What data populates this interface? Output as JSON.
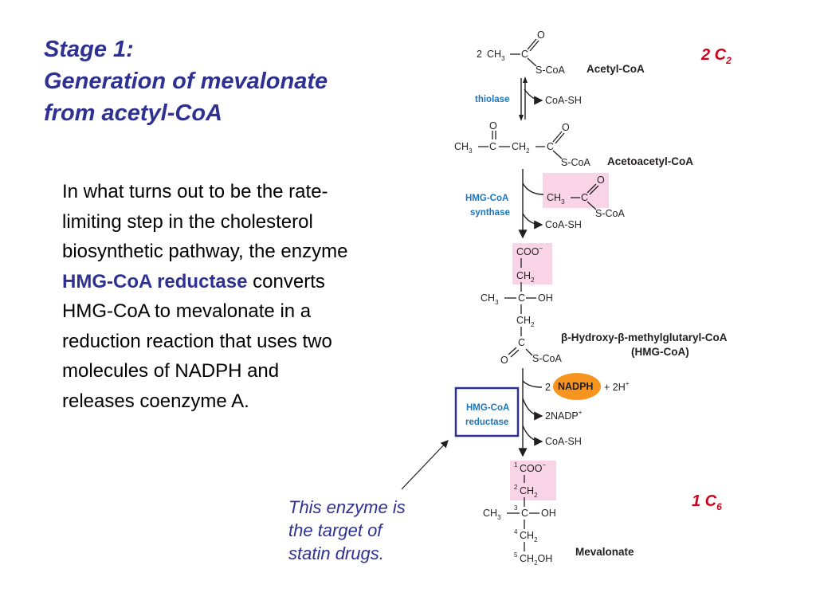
{
  "title": {
    "line1": "Stage 1:",
    "line2": "Generation of mevalonate",
    "line3": "from acetyl-CoA"
  },
  "body": {
    "part1": "In what turns out to be the rate-limiting step in the cholesterol biosynthetic pathway, the enzyme ",
    "enzyme": "HMG-CoA reductase",
    "part2": " converts HMG-CoA to mevalonate in a reduction reaction that uses two molecules of NADPH and releases coenzyme A."
  },
  "statin_note": {
    "line1": "This enzyme is",
    "line2": "the target of",
    "line3": "statin drugs."
  },
  "carbon_counts": {
    "top": {
      "main": "2 C",
      "sub": "2"
    },
    "bottom": {
      "main": "1 C",
      "sub": "6"
    }
  },
  "pathway": {
    "acetyl_coa": {
      "coefficient": "2",
      "ch3": "CH",
      "ch3_sub": "3",
      "o": "O",
      "c": "C",
      "scoa": "S-CoA",
      "name": "Acetyl-CoA"
    },
    "step1": {
      "enzyme": "thiolase",
      "release": "CoA-SH"
    },
    "acetoacetyl_coa": {
      "ch3": "CH",
      "ch3_sub": "3",
      "c1": "C",
      "ch2": "CH",
      "ch2_sub": "2",
      "c2": "C",
      "o1": "O",
      "o2": "O",
      "scoa": "S-CoA",
      "name": "Acetoacetyl-CoA"
    },
    "step2": {
      "enzyme_line1": "HMG-CoA",
      "enzyme_line2": "synthase",
      "acetyl_ch3": "CH",
      "acetyl_ch3_sub": "3",
      "acetyl_c": "C",
      "acetyl_o": "O",
      "acetyl_scoa": "S-CoA",
      "release": "CoA-SH"
    },
    "hmg_coa": {
      "coo": "COO",
      "coo_charge": "−",
      "ch2a": "CH",
      "ch2a_sub": "2",
      "ch3": "CH",
      "ch3_sub": "3",
      "c": "C",
      "oh": "OH",
      "ch2b": "CH",
      "ch2b_sub": "2",
      "c2": "C",
      "o": "O",
      "scoa": "S-CoA",
      "name_line1": "β-Hydroxy-β-methylglutaryl-CoA",
      "name_line2": "(HMG-CoA)"
    },
    "step3": {
      "enzyme_line1": "HMG-CoA",
      "enzyme_line2": "reductase",
      "nadph_coef": "2",
      "nadph": "NADPH",
      "plus_h": "+ 2H",
      "plus_h_charge": "+",
      "nadp_out": "2NADP",
      "nadp_charge": "+",
      "release": "CoA-SH"
    },
    "mevalonate": {
      "c1": "COO",
      "c1_charge": "−",
      "c2": "CH",
      "c2_sub": "2",
      "ch3": "CH",
      "ch3_sub": "3",
      "c3": "C",
      "oh": "OH",
      "c4": "CH",
      "c4_sub": "2",
      "c5": "CH",
      "c5_sub": "2",
      "c5_oh": "OH",
      "num1": "1",
      "num2": "2",
      "num3": "3",
      "num4": "4",
      "num5": "5",
      "name": "Mevalonate"
    }
  },
  "colors": {
    "title": "#2e3192",
    "enzyme_label": "#1b75bc",
    "highlight_pink": "#f9d3e6",
    "nadph_orange": "#f7941d",
    "carbon_count_red": "#d0021b",
    "enzyme_box": "#2e3192"
  }
}
